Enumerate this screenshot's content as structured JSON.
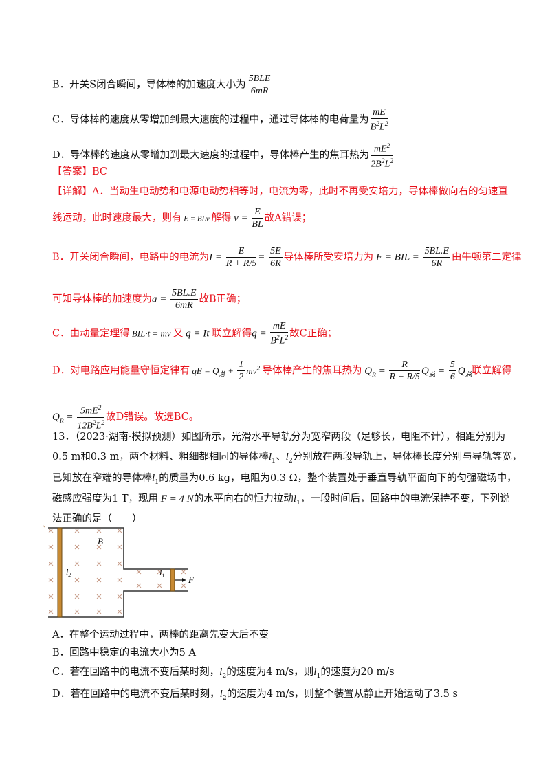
{
  "option_b_prev": "B．开关S闭合瞬间，导体棒的加速度大小为",
  "option_c_prev": "C．导体棒的速度从零增加到最大速度的过程中，通过导体棒的电荷量为",
  "option_d_prev": "D．导体棒的速度从零增加到最大速度的过程中，导体棒产生的焦耳热为",
  "answer": "【答案】BC",
  "detail_a_1": "【详解】A．当动生电动势和电源电动势相等时，电流为零，此时不再受安培力，导体棒做向右的匀速直",
  "detail_a_2a": "线运动，此时速度最大，则有",
  "detail_a_2b": "解得",
  "detail_a_2c": "故A错误；",
  "detail_b_1a": "B．开关闭合瞬间，电路中的电流为",
  "detail_b_1b": "导体棒所受安培力为",
  "detail_b_1c": "由牛顿第二定律",
  "detail_b_2a": "可知导体棒的加速度为",
  "detail_b_2b": "故B正确；",
  "detail_c_a": "C．由动量定理得",
  "detail_c_b": "又",
  "detail_c_c": "联立解得",
  "detail_c_d": "故C正确；",
  "detail_d_a": "D．对电路应用能量守恒定律有",
  "detail_d_b": "导体棒产生的焦耳热为",
  "detail_d_c": "联立解得",
  "detail_d_end": "故D错误。故选BC。",
  "q13_line1": "13．（2023·湖南·模拟预测）如图所示，光滑水平导轨分为宽窄两段（足够长，电阻不计），相距分别为",
  "q13_line2a": "0.5 m和0.3 m，两个材料、粗细都相同的导体棒",
  "q13_line2b": "分别放在两段导轨上，导体棒长度分别与导轨等宽，",
  "q13_line3a": "已知放在窄端的导体棒",
  "q13_line3b": "的质量为0.6 kg，电阻为0.3 Ω，整个装置处于垂直导轨平面向下的匀强磁场中，",
  "q13_line4a": "磁感应强度为1 T，现用",
  "q13_line4b": "的水平向右的恒力拉动",
  "q13_line4c": "，一段时间后，回路中的电流保持不变，下列说",
  "q13_line5": "法正确的是（　　）",
  "fig_B": "B",
  "fig_F": "F",
  "opt_a": "A．在整个运动过程中，两棒的距离先变大后不变",
  "opt_b": "B．回路中稳定的电流大小为5 A",
  "opt_c_a": "C．若在回路中的电流不变后某时刻，",
  "opt_c_b": "的速度为4 m/s，则",
  "opt_c_c": "的速度为20 m/s",
  "opt_d_a": "D．若在回路中的电流不变后某时刻，",
  "opt_d_b": "的速度为4 m/s，则整个装置从静止开始运动了3.5 s"
}
